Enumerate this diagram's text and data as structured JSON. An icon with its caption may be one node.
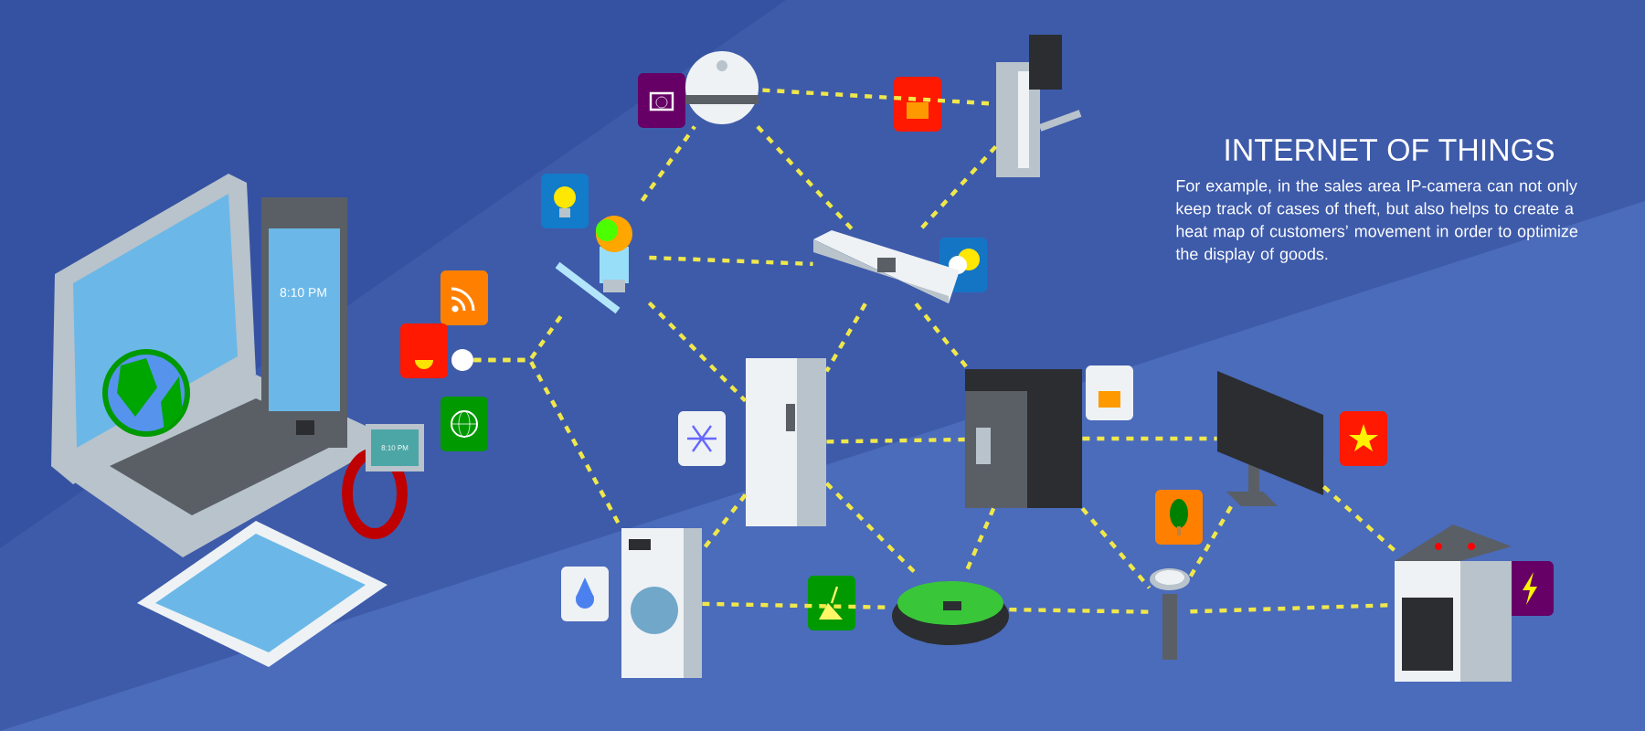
{
  "diagram": {
    "title": "INTERNET OF THINGS",
    "nodes": [
      {
        "text": [],
        "shape": "circle"
      },
      {
        "text": [],
        "shape": "picture"
      },
      {
        "text": [],
        "shape": "picture"
      },
      {
        "text": [],
        "shape": "picture"
      },
      {
        "text": [],
        "shape": "picture"
      },
      {
        "text": [],
        "shape": "picture"
      },
      {
        "text": [],
        "shape": "picture"
      },
      {
        "text": [],
        "shape": "picture"
      },
      {
        "text": [],
        "shape": "picture"
      },
      {
        "text": [],
        "shape": "picture"
      },
      {
        "text": [],
        "shape": "picture"
      },
      {
        "text": [],
        "shape": "picture"
      }
    ],
    "edges": [
      {
        "from": 0,
        "to": 3,
        "arrow": "none"
      },
      {
        "from": 0,
        "to": 8,
        "arrow": "none"
      },
      {
        "from": 3,
        "to": 1,
        "arrow": "none"
      },
      {
        "from": 3,
        "to": 4,
        "arrow": "none"
      },
      {
        "from": 3,
        "to": 5,
        "arrow": "none"
      },
      {
        "from": 1,
        "to": 2,
        "arrow": "none"
      },
      {
        "from": 1,
        "to": 4,
        "arrow": "none"
      },
      {
        "from": 2,
        "to": 4,
        "arrow": "none"
      },
      {
        "from": 4,
        "to": 5,
        "arrow": "none"
      },
      {
        "from": 4,
        "to": 6,
        "arrow": "none"
      },
      {
        "from": 5,
        "to": 6,
        "arrow": "none"
      },
      {
        "from": 5,
        "to": 8,
        "arrow": "none"
      },
      {
        "from": 5,
        "to": 9,
        "arrow": "none"
      },
      {
        "from": 6,
        "to": 9,
        "arrow": "none"
      },
      {
        "from": 6,
        "to": 7,
        "arrow": "none"
      },
      {
        "from": 6,
        "to": 10,
        "arrow": "none"
      },
      {
        "from": 7,
        "to": 10,
        "arrow": "none"
      },
      {
        "from": 7,
        "to": 11,
        "arrow": "none"
      },
      {
        "from": 8,
        "to": 9,
        "arrow": "none"
      },
      {
        "from": 9,
        "to": 10,
        "arrow": "none"
      },
      {
        "from": 10,
        "to": 11,
        "arrow": "none"
      }
    ],
    "labels": [
      "For example, in the sales area IP-camera can not only keep track of cases of theft, but also helps to create a heat map of customers’ movement in order to optimize the display of goods.",
      "8:10 PM",
      "8:10 PM"
    ]
  }
}
